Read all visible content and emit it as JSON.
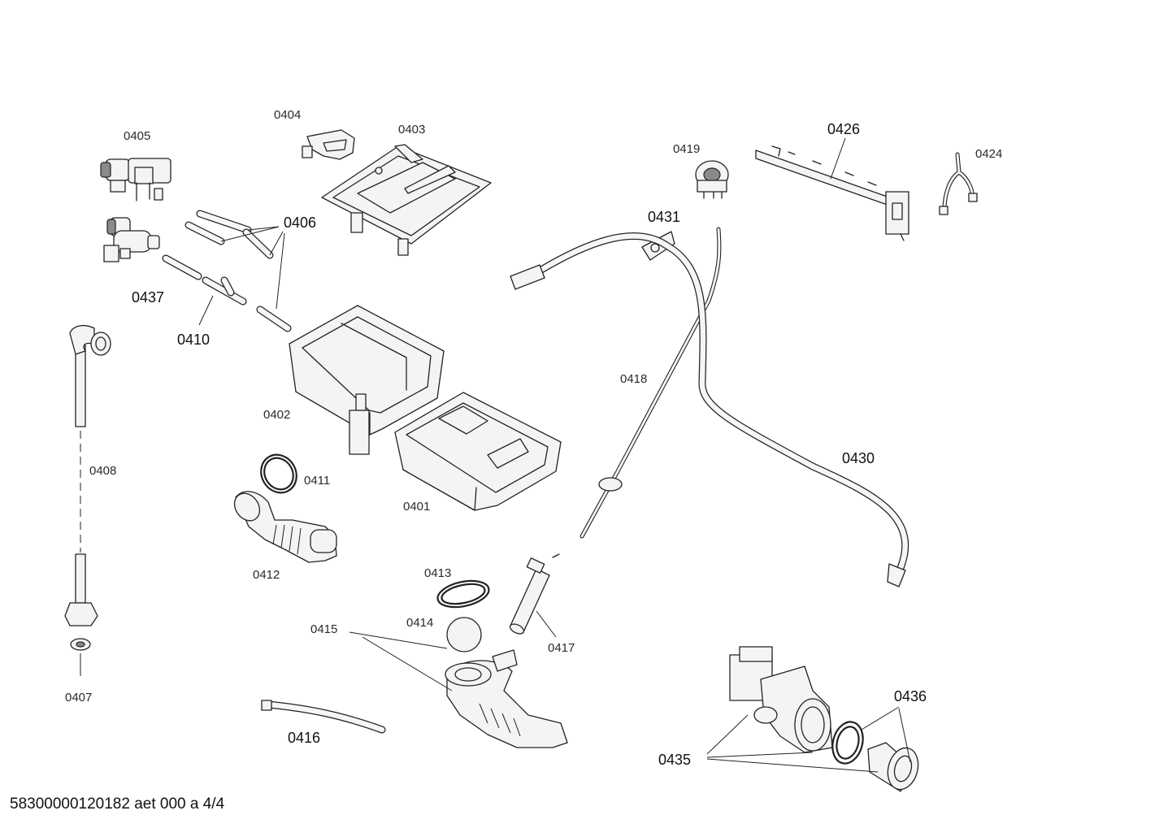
{
  "labels": {
    "p0401": "0401",
    "p0402": "0402",
    "p0403": "0403",
    "p0404": "0404",
    "p0405": "0405",
    "p0406": "0406",
    "p0407": "0407",
    "p0408": "0408",
    "p0410": "0410",
    "p0411": "0411",
    "p0412": "0412",
    "p0413": "0413",
    "p0414": "0414",
    "p0415": "0415",
    "p0416": "0416",
    "p0417": "0417",
    "p0418": "0418",
    "p0419": "0419",
    "p0424": "0424",
    "p0426": "0426",
    "p0430": "0430",
    "p0431": "0431",
    "p0435": "0435",
    "p0436": "0436",
    "p0437": "0437"
  },
  "footer": "58300000120182 aet 000 a 4/4"
}
